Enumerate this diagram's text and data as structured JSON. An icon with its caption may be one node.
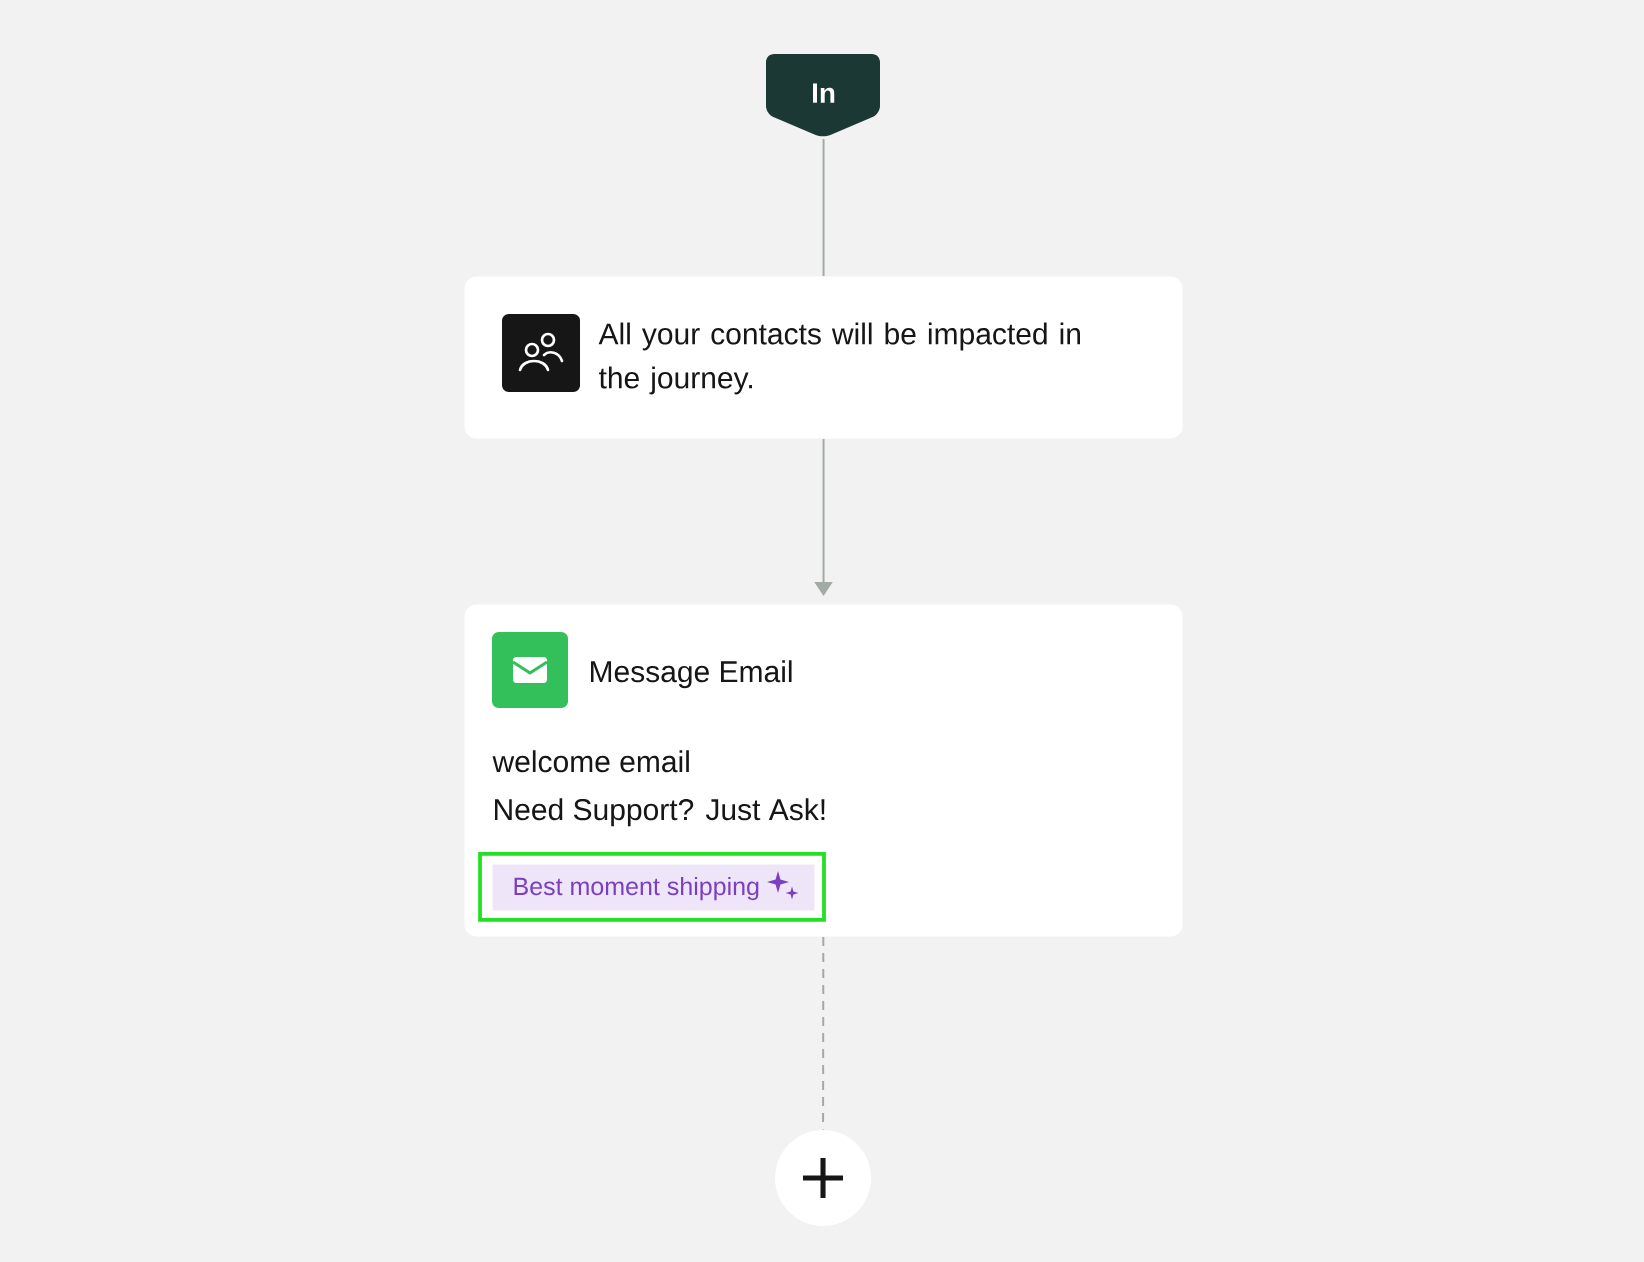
{
  "diagram": {
    "nodes": [
      {
        "text": [
          "In"
        ]
      },
      {
        "text": [
          "All your contacts will be impacted in the journey."
        ]
      },
      {
        "text": [
          "Message Email",
          "welcome email",
          "Need Support? Just Ask!"
        ]
      },
      {
        "text": [
          "Best moment shipping"
        ],
        "in": 2
      },
      {
        "text": [],
        "shape": "circle"
      }
    ],
    "edges": [
      {
        "from": 0,
        "to": 1,
        "arrow": "none"
      },
      {
        "from": 1,
        "to": 2,
        "arrow": "to"
      },
      {
        "from": 2,
        "to": 4,
        "arrow": "none",
        "style": "dashed"
      }
    ]
  }
}
